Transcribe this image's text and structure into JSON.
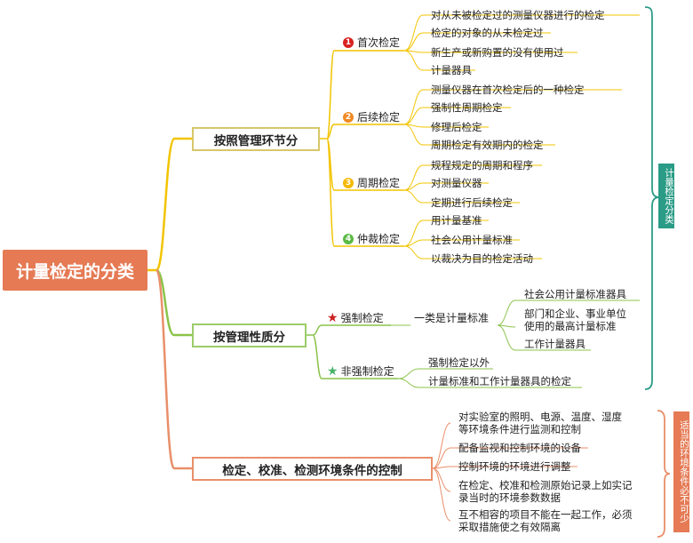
{
  "root": "计量检定的分类",
  "categories": [
    {
      "label": "按照管理环节分",
      "groups": [
        {
          "label": "首次检定",
          "marker": "1",
          "color": "#d92020",
          "items": [
            "对从未被检定过的测量仪器进行的检定",
            "检定的对象的从未检定过",
            "新生产或新购置的没有使用过",
            "计量器具"
          ]
        },
        {
          "label": "后续检定",
          "marker": "2",
          "color": "#f08a24",
          "items": [
            "测量仪器在首次检定后的一种检定",
            "强制性周期检定",
            "修理后检定",
            "周期检定有效期内的检定"
          ]
        },
        {
          "label": "周期检定",
          "marker": "3",
          "color": "#f5b800",
          "items": [
            "规程规定的周期和程序",
            "对测量仪器",
            "定期进行后续检定"
          ]
        },
        {
          "label": "仲裁检定",
          "marker": "4",
          "color": "#5bbb45",
          "items": [
            "用计量基准",
            "社会公用计量标准",
            "以裁决为目的检定活动"
          ]
        }
      ]
    },
    {
      "label": "按管理性质分",
      "groups": [
        {
          "label": "强制检定",
          "marker": "★",
          "color": "#cc1f1f",
          "sublabel": "一类是计量标准",
          "items": [
            "社会公用计量标准器具",
            "部门和企业、事业单位\n使用的最高计量标准",
            "工作计量器具"
          ]
        },
        {
          "label": "非强制检定",
          "marker": "★",
          "color": "#4bb26a",
          "items": [
            "强制检定以外",
            "计量标准和工作计量器具的检定"
          ]
        }
      ]
    },
    {
      "label": "检定、校准、检测环境条件的控制",
      "items": [
        "对实验室的照明、电源、温度、湿度\n等环境条件进行监测和控制",
        "配备监视和控制环境的设备",
        "控制环境的环境进行调整",
        "在检定、校准和检测原始记录上如实记\n录当时的环境参数数据",
        "互不相容的项目不能在一起工作，必须\n采取措施使之有效隔离"
      ]
    }
  ],
  "summaries": [
    "计量检定分类",
    "适当的环境条件必不可少"
  ],
  "colors": {
    "root_fill": "#e57a54",
    "wire_main": "#f2c400",
    "wire_green": "#8bc34a",
    "wire_orange": "#e98f6a",
    "bracket_teal": "#2a9b86"
  }
}
